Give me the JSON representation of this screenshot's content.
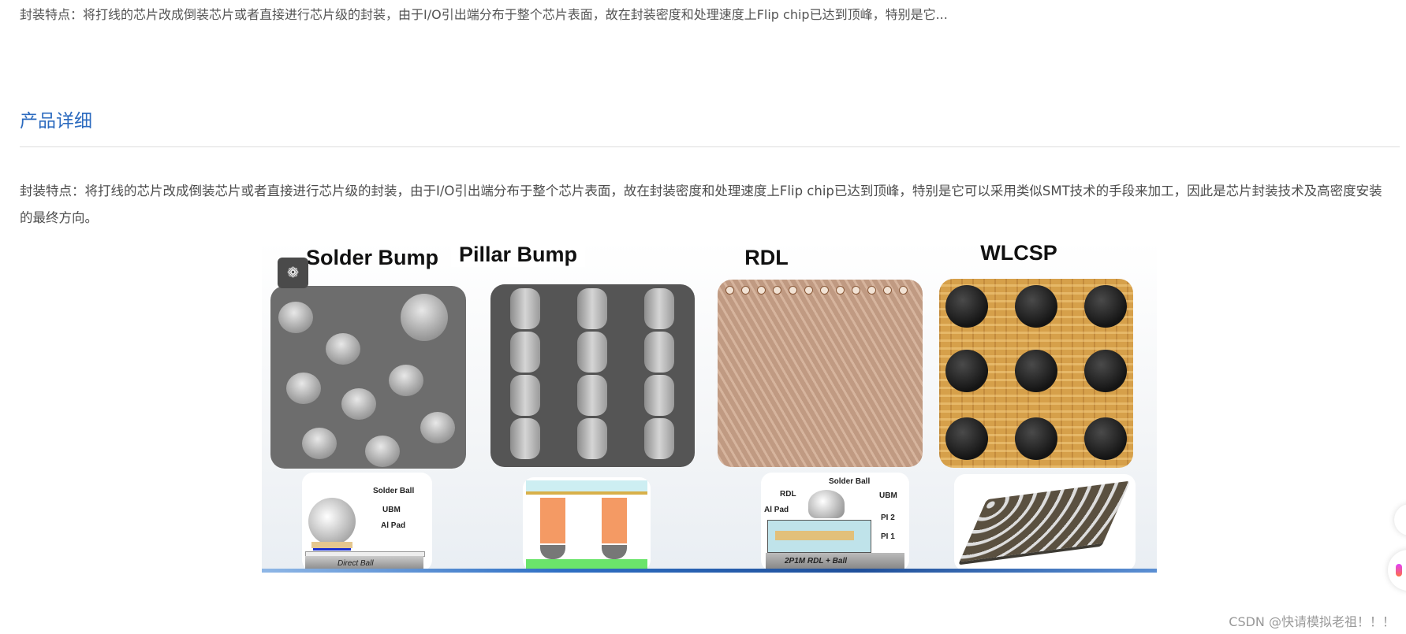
{
  "summary": "封装特点：将打线的芯片改成倒装芯片或者直接进行芯片级的封装，由于I/O引出端分布于整个芯片表面，故在封装密度和处理速度上Flip chip已达到顶峰，特别是它...",
  "section": {
    "heading": "产品详细",
    "paragraph": "封装特点：将打线的芯片改成倒装芯片或者直接进行芯片级的封装，由于I/O引出端分布于整个芯片表面，故在封装密度和处理速度上Flip chip已达到顶峰，特别是它可以采用类似SMT技术的手段来加工，因此是芯片封装技术及高密度安装的最终方向。"
  },
  "figure": {
    "panels": [
      {
        "title": "Solder Bump",
        "labels": [
          "Solder Ball",
          "UBM",
          "Al Pad",
          "Direct Ball"
        ]
      },
      {
        "title": "Pillar Bump",
        "labels": []
      },
      {
        "title": "RDL",
        "labels": [
          "Solder Ball",
          "RDL",
          "UBM",
          "Al Pad",
          "PI 2",
          "PI 1",
          "2P1M RDL + Ball"
        ]
      },
      {
        "title": "WLCSP",
        "labels": []
      }
    ],
    "overlay_icon": "brain-icon"
  },
  "watermark": "CSDN @快请模拟老祖！！！",
  "colors": {
    "heading": "#2c6bbf",
    "text": "#4d4d4d",
    "watermark": "#999999"
  }
}
